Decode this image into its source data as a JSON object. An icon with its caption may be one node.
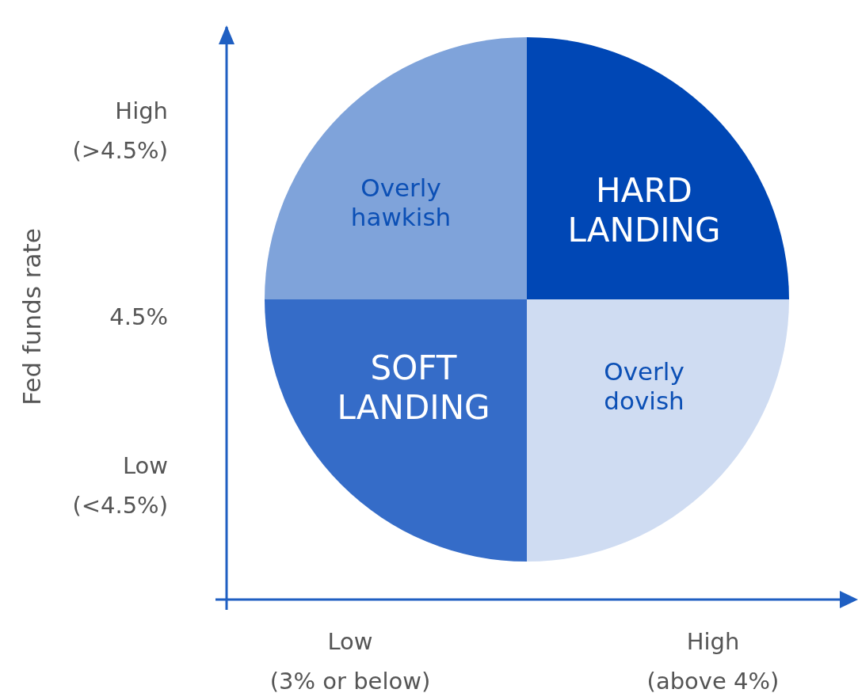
{
  "diagram": {
    "nodes": [
      {
        "text": [
          "Overly hawkish"
        ]
      },
      {
        "text": [
          "HARD LANDING"
        ]
      },
      {
        "text": [
          "SOFT LANDING"
        ]
      },
      {
        "text": [
          "Overly dovish"
        ]
      }
    ],
    "labels": [
      "High (>4.5%)",
      "Fed funds rate",
      "4.5%",
      "Low (<4.5%)",
      "Low (3% or below)",
      "High (above 4%)"
    ]
  }
}
